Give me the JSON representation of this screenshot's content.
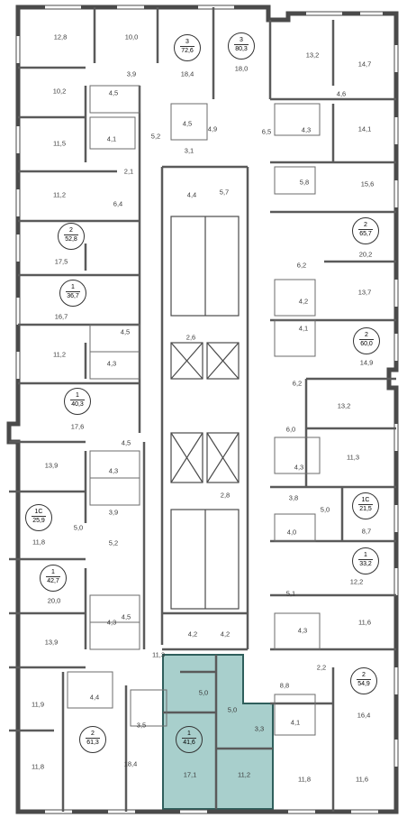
{
  "colors": {
    "wall": "#4a4a4a",
    "line": "#6b6b6b",
    "highlight": "#a8cfcc",
    "highlight_border": "#2f5f5c",
    "background": "#ffffff"
  },
  "apartments": [
    {
      "id": "apt-3-72",
      "rooms": "3",
      "area": "72,6"
    },
    {
      "id": "apt-3-80",
      "rooms": "3",
      "area": "80,3"
    },
    {
      "id": "apt-2-52",
      "rooms": "2",
      "area": "52,8"
    },
    {
      "id": "apt-2-65",
      "rooms": "2",
      "area": "65,7"
    },
    {
      "id": "apt-1-36",
      "rooms": "1",
      "area": "36,7"
    },
    {
      "id": "apt-2-60",
      "rooms": "2",
      "area": "60,0"
    },
    {
      "id": "apt-1-40",
      "rooms": "1",
      "area": "40,3"
    },
    {
      "id": "apt-1c-25",
      "rooms": "1С",
      "area": "25,9"
    },
    {
      "id": "apt-1c-21",
      "rooms": "1С",
      "area": "21,5"
    },
    {
      "id": "apt-1-33",
      "rooms": "1",
      "area": "33,2"
    },
    {
      "id": "apt-1-42",
      "rooms": "1",
      "area": "42,7"
    },
    {
      "id": "apt-2-54",
      "rooms": "2",
      "area": "54,9"
    },
    {
      "id": "apt-2-61",
      "rooms": "2",
      "area": "61,3"
    },
    {
      "id": "apt-1-41",
      "rooms": "1",
      "area": "41,6",
      "highlighted": true
    }
  ],
  "room_areas": [
    "12,8",
    "10,0",
    "18,4",
    "18,0",
    "13,2",
    "14,7",
    "3,9",
    "4,6",
    "10,2",
    "4,5",
    "4,5",
    "4,9",
    "6,5",
    "4,3",
    "14,1",
    "4,1",
    "5,2",
    "3,1",
    "11,5",
    "2,1",
    "5,8",
    "15,6",
    "11,2",
    "6,4",
    "4,4",
    "5,7",
    "17,5",
    "20,2",
    "6,2",
    "13,7",
    "4,2",
    "16,7",
    "4,1",
    "4,5",
    "2,6",
    "14,9",
    "11,2",
    "4,3",
    "6,2",
    "13,2",
    "17,6",
    "6,0",
    "4,5",
    "11,3",
    "13,9",
    "4,3",
    "4,3",
    "3,8",
    "5,0",
    "2,8",
    "3,9",
    "4,0",
    "8,7",
    "5,0",
    "11,8",
    "5,2",
    "12,2",
    "20,0",
    "5,1",
    "4,5",
    "11,6",
    "13,9",
    "4,3",
    "4,3",
    "4,2",
    "4,2",
    "11,3",
    "2,2",
    "8,8",
    "5,0",
    "11,9",
    "4,4",
    "16,4",
    "5,0",
    "3,5",
    "4,1",
    "3,3",
    "11,8",
    "18,4",
    "17,1",
    "11,2",
    "11,8",
    "11,6"
  ]
}
